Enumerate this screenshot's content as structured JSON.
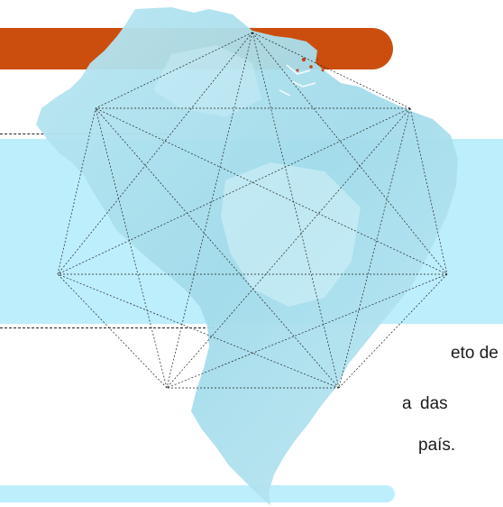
{
  "colors": {
    "accent_orange": "#cc4e0e",
    "panel_cyan": "#bdeefb",
    "map_fill": "#a9dfec",
    "map_highlight": "#d6f3fa",
    "line": "#1f1f1f"
  },
  "text": {
    "fragment_line1": "eto de",
    "fragment_line2_a": "a",
    "fragment_line2_b": "das",
    "fragment_line3": "país."
  },
  "figure": {
    "shape": "regular-heptagon-star",
    "vertex_count": 7,
    "background_icon": "brazil-map-icon"
  }
}
